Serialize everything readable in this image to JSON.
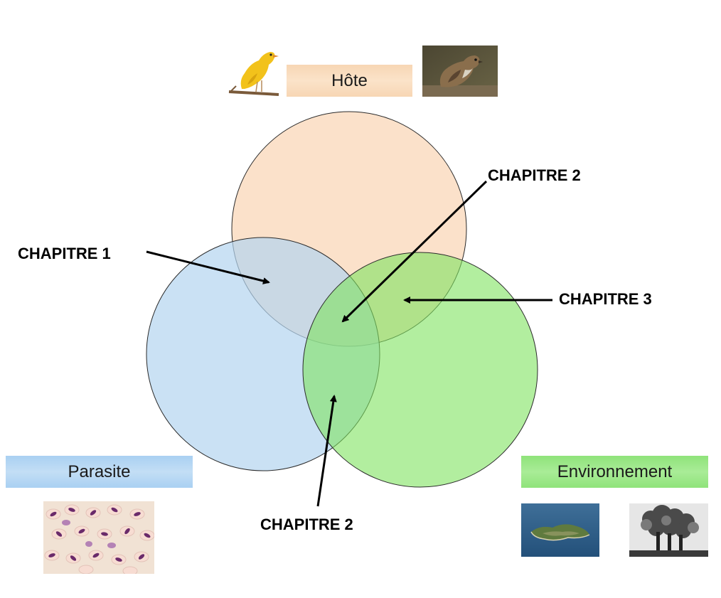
{
  "labels": {
    "host": "Hôte",
    "parasite": "Parasite",
    "environment": "Environnement"
  },
  "chapters": {
    "chapter_1": "CHAPITRE 1",
    "chapter_2_top": "CHAPITRE 2",
    "chapter_3": "CHAPITRE 3",
    "chapter_2_bottom": "CHAPITRE 2"
  },
  "colors": {
    "host_circle": "#fad9bd",
    "parasite_circle": "#b3d4ef",
    "environment_circle": "#7fe35f",
    "outline": "#2a2a2a",
    "arrow": "#000000"
  },
  "images": {
    "host_1": "canary-photo",
    "host_2": "sparrow-photo",
    "parasite": "blood-parasite-micrograph",
    "environment_1": "island-aerial-photo",
    "environment_2": "factory-smoke-photo"
  }
}
